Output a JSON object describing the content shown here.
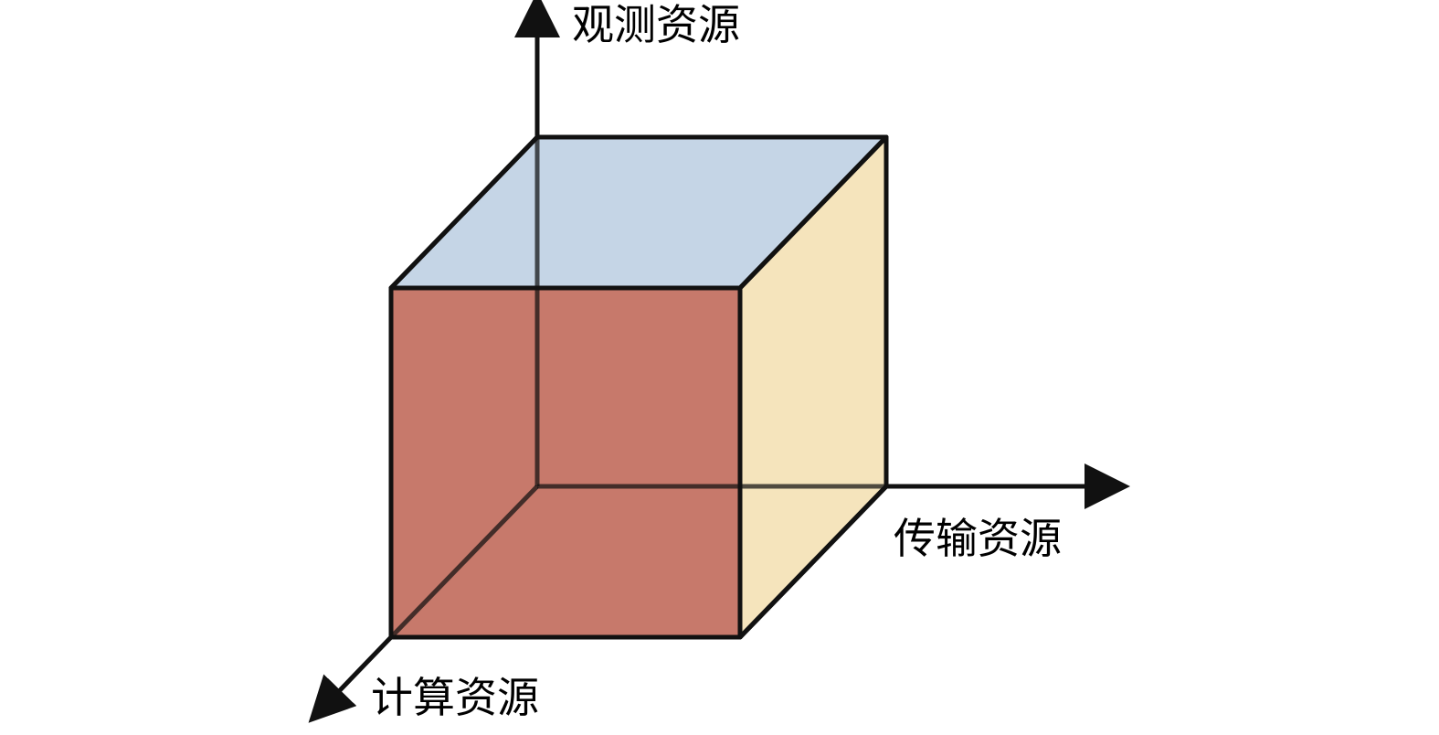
{
  "axes": {
    "observation": "观测资源",
    "transmission": "传输资源",
    "computation": "计算资源"
  },
  "colors": {
    "front_face": "#c7796b",
    "top_face": "#c5d5e6",
    "side_face": "#f5e4bc",
    "stroke": "#111111"
  }
}
